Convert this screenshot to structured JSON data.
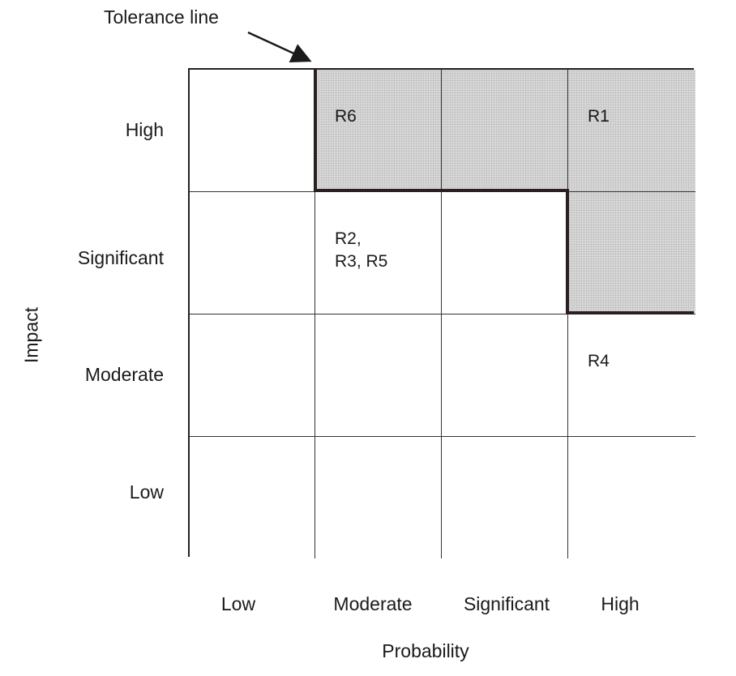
{
  "tolerance_label": "Tolerance line",
  "axes": {
    "y_title": "Impact",
    "x_title": "Probability"
  },
  "rows": [
    "High",
    "Significant",
    "Moderate",
    "Low"
  ],
  "columns": [
    "Low",
    "Moderate",
    "Significant",
    "High"
  ],
  "cells": [
    [
      "",
      "R6",
      "",
      "R1"
    ],
    [
      "",
      "R2,\nR3, R5",
      "",
      ""
    ],
    [
      "",
      "",
      "",
      "R4"
    ],
    [
      "",
      "",
      "",
      ""
    ]
  ],
  "shaded_cells": [
    [
      0,
      1
    ],
    [
      0,
      2
    ],
    [
      0,
      3
    ],
    [
      1,
      3
    ]
  ],
  "colors": {
    "shade": "#d9d9d9",
    "line": "#333333",
    "tolerance_line": "#2b1f1f"
  }
}
